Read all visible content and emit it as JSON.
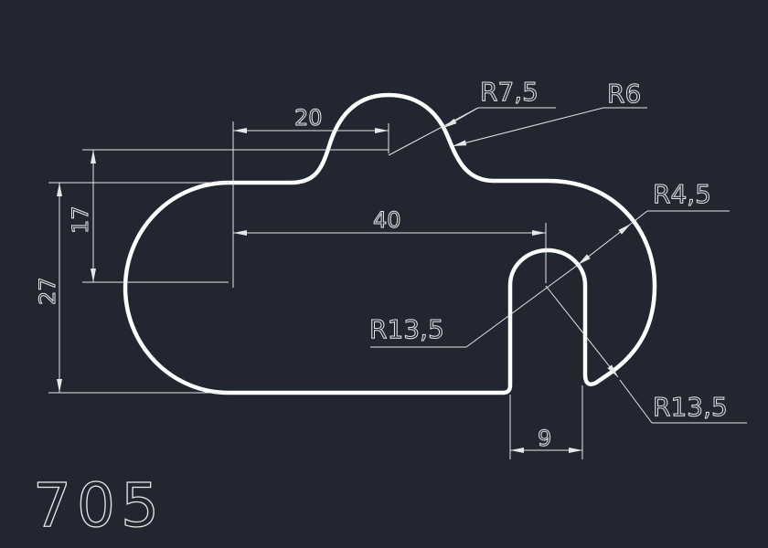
{
  "drawing": {
    "part_number": "705",
    "dimensions": {
      "width_20": "20",
      "height_17": "17",
      "height_27": "27",
      "width_40": "40",
      "slot_width_9": "9"
    },
    "radii": {
      "r_top_bump": "R7,5",
      "r_neck": "R6",
      "r_right": "R4,5",
      "r_slot_left": "R13,5",
      "r_slot_right": "R13,5"
    },
    "colors": {
      "background": "#212630",
      "outline": "#ffffff",
      "dimension": "#e6e6e6"
    }
  }
}
